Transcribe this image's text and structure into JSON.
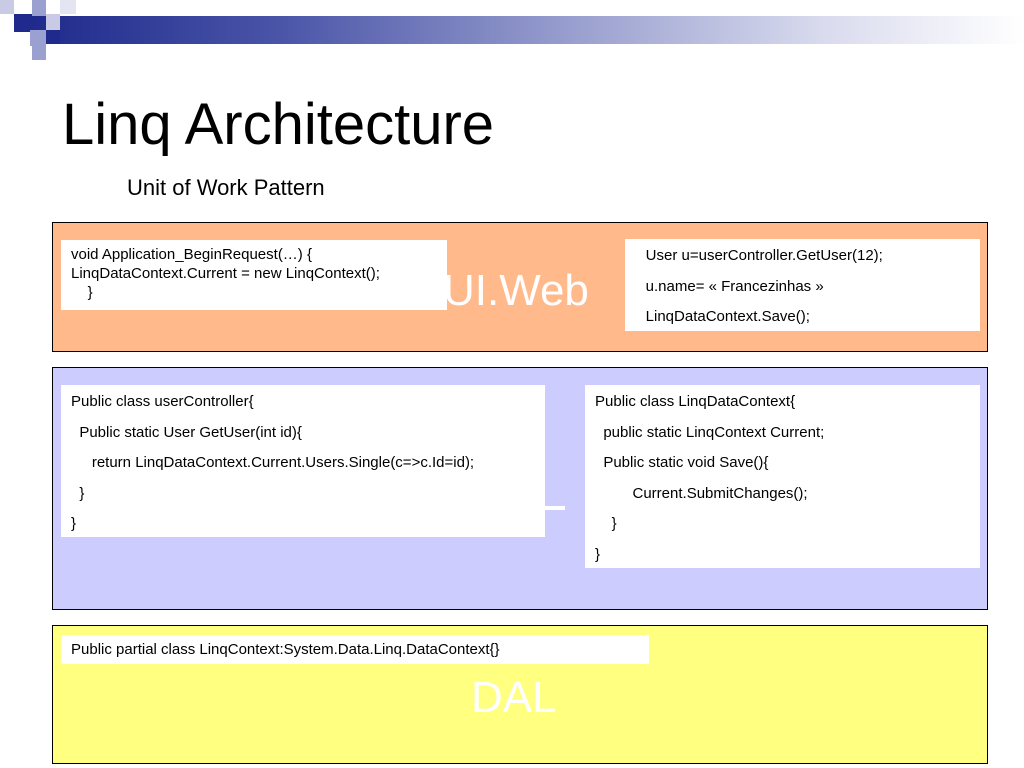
{
  "theme": {
    "ui_layer_color": "#ffb98a",
    "bl_layer_color": "#ccccff",
    "dal_layer_color": "#ffff80",
    "band_color": "#1f2a8c"
  },
  "slide": {
    "title": "Linq Architecture",
    "subtitle": "Unit of Work Pattern"
  },
  "ui_layer": {
    "label": "UI.Web",
    "left_code": [
      "void Application_BeginRequest(…) {",
      "LinqDataContext.Current = new LinqContext();",
      "    }"
    ],
    "right_code": [
      "    User u=userController.GetUser(12);",
      "    u.name= « Francezinhas »",
      "    LinqDataContext.Save();"
    ]
  },
  "bl_layer": {
    "left_code": [
      "Public class userController{",
      "  Public static User GetUser(int id){",
      "     return LinqDataContext.Current.Users.Single(c=>c.Id=id);",
      "  }",
      "}"
    ],
    "right_code": [
      "Public class LinqDataContext{",
      "  public static LinqContext Current;",
      "  Public static void Save(){",
      "         Current.SubmitChanges();",
      "    }",
      "}"
    ]
  },
  "dal_layer": {
    "label": "DAL",
    "code": [
      "Public partial class LinqContext:System.Data.Linq.DataContext{}"
    ]
  }
}
